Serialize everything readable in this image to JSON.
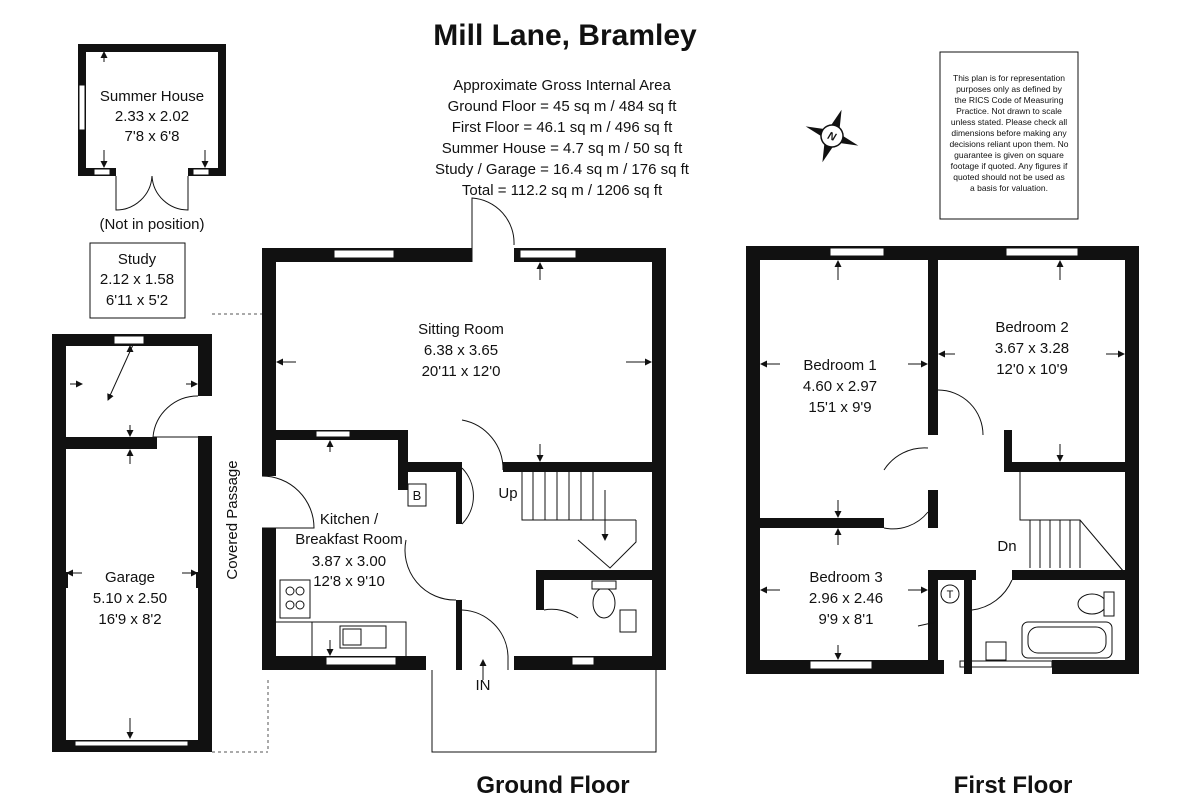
{
  "title": "Mill Lane, Bramley",
  "area_summary": {
    "heading": "Approximate Gross Internal Area",
    "lines": [
      "Ground Floor = 45 sq m / 484 sq ft",
      "First Floor = 46.1 sq m / 496 sq ft",
      "Summer House = 4.7 sq m / 50 sq ft",
      "Study / Garage = 16.4 sq m / 176 sq ft",
      "Total = 112.2 sq m / 1206 sq ft"
    ]
  },
  "disclaimer_lines": [
    "This plan is for representation",
    "purposes only as defined by",
    "the RICS Code of Measuring",
    "Practice. Not drawn to scale",
    "unless stated. Please check all",
    "dimensions before making any",
    "decisions reliant upon them. No",
    "guarantee is given on square",
    "footage if quoted. Any figures if",
    "quoted should not be used as",
    "a basis for valuation."
  ],
  "compass_label": "N",
  "floors": {
    "ground": "Ground Floor",
    "first": "First Floor"
  },
  "rooms": {
    "summer_house": {
      "name": "Summer House",
      "metric": "2.33 x 2.02",
      "imperial": "7'8 x 6'8",
      "note": "(Not in position)"
    },
    "study": {
      "name": "Study",
      "metric": "2.12 x 1.58",
      "imperial": "6'11 x 5'2"
    },
    "garage": {
      "name": "Garage",
      "metric": "5.10 x 2.50",
      "imperial": "16'9 x 8'2"
    },
    "covered_passage": {
      "name": "Covered Passage"
    },
    "sitting_room": {
      "name": "Sitting Room",
      "metric": "6.38 x 3.65",
      "imperial": "20'11 x 12'0"
    },
    "kitchen": {
      "name_line1": "Kitchen /",
      "name_line2": "Breakfast Room",
      "metric": "3.87 x 3.00",
      "imperial": "12'8 x 9'10"
    },
    "bedroom1": {
      "name": "Bedroom 1",
      "metric": "4.60 x 2.97",
      "imperial": "15'1 x 9'9"
    },
    "bedroom2": {
      "name": "Bedroom 2",
      "metric": "3.67 x 3.28",
      "imperial": "12'0 x 10'9"
    },
    "bedroom3": {
      "name": "Bedroom 3",
      "metric": "2.96 x 2.46",
      "imperial": "9'9 x 8'1"
    }
  },
  "markers": {
    "boiler": "B",
    "tank": "T",
    "stairs_up": "Up",
    "stairs_down": "Dn",
    "entrance": "IN"
  }
}
